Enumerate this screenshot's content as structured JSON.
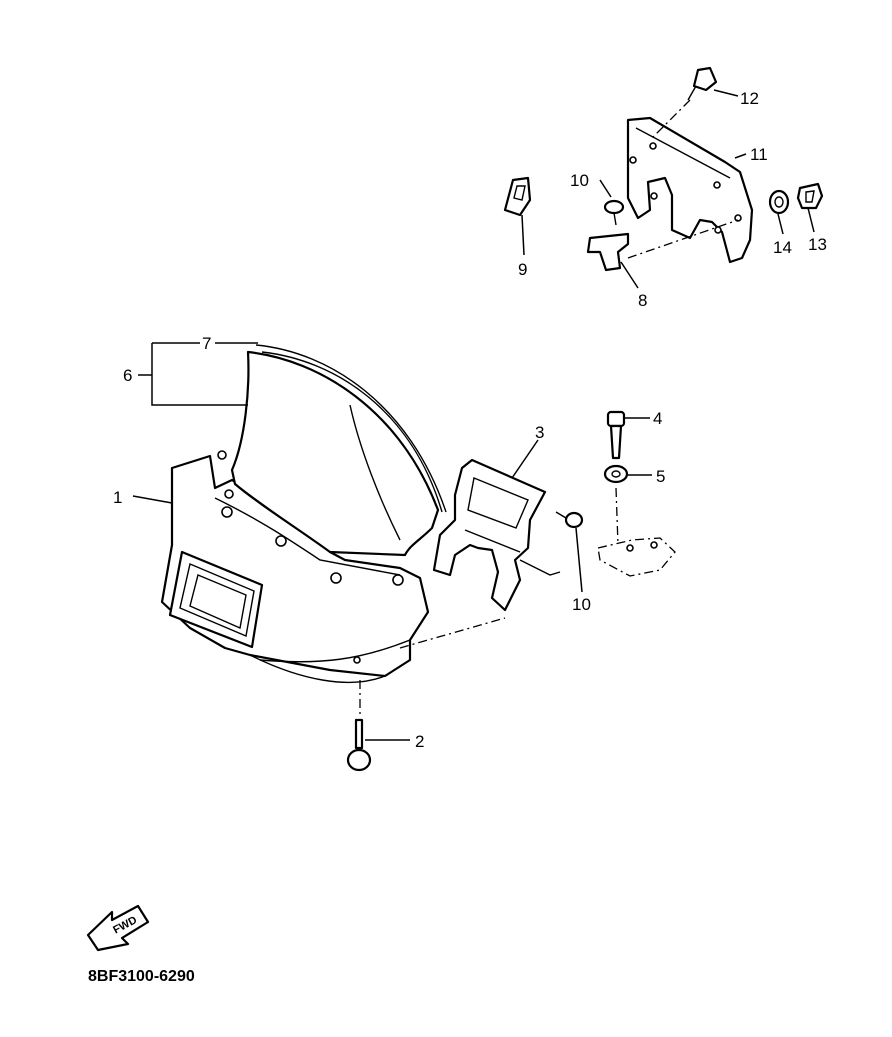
{
  "callouts": [
    {
      "id": "1",
      "label": "1"
    },
    {
      "id": "2",
      "label": "2"
    },
    {
      "id": "3",
      "label": "3"
    },
    {
      "id": "4",
      "label": "4"
    },
    {
      "id": "5",
      "label": "5"
    },
    {
      "id": "6",
      "label": "6"
    },
    {
      "id": "7",
      "label": "7"
    },
    {
      "id": "8",
      "label": "8"
    },
    {
      "id": "9",
      "label": "9"
    },
    {
      "id": "10a",
      "label": "10"
    },
    {
      "id": "10b",
      "label": "10"
    },
    {
      "id": "11",
      "label": "11"
    },
    {
      "id": "12",
      "label": "12"
    },
    {
      "id": "13",
      "label": "13"
    },
    {
      "id": "14",
      "label": "14"
    }
  ],
  "fwd_label": "FWD",
  "diagram_code": "8BF3100-6290"
}
